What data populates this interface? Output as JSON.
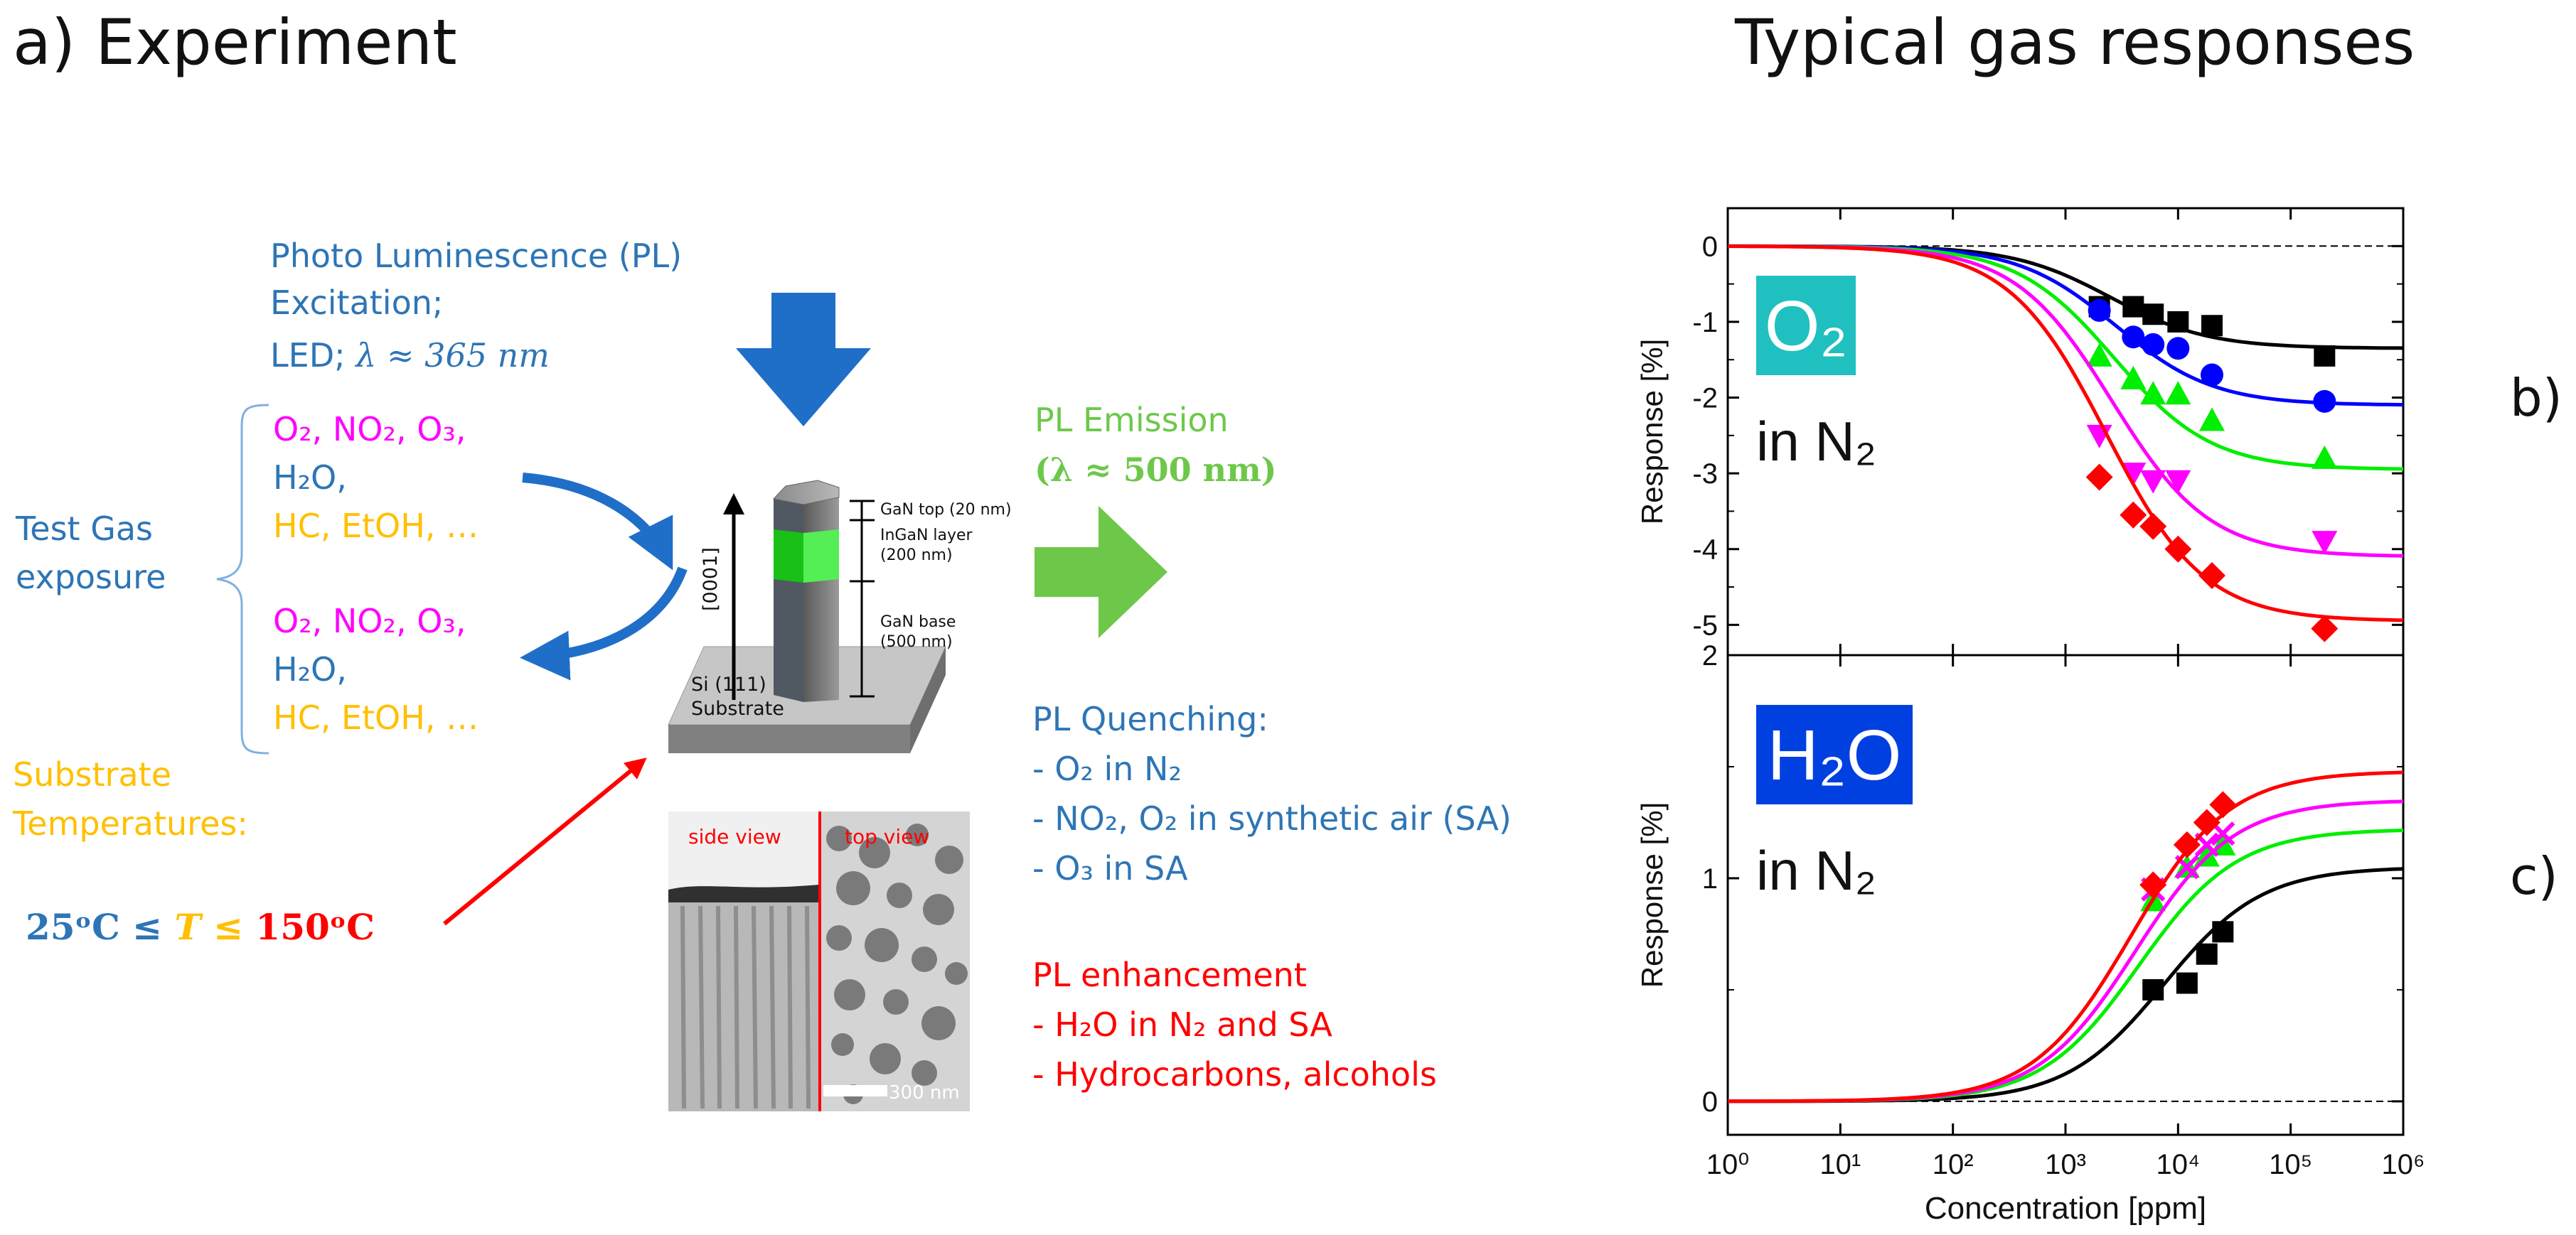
{
  "titles": {
    "left": "a) Experiment",
    "right": "Typical gas responses"
  },
  "excitation": {
    "line1": "Photo Luminescence (PL)",
    "line2": "Excitation;",
    "line3_prefix": "LED; ",
    "line3_math": "λ ≈ 365 nm"
  },
  "gases": {
    "row1": "O₂, NO₂, O₃,",
    "row2": "H₂O,",
    "row3": "HC, EtOH, …"
  },
  "test_gas": {
    "line1": "Test Gas",
    "line2": "exposure"
  },
  "substrate_temp": {
    "line1": "Substrate",
    "line2": "Temperatures:",
    "t_low": "25ᵒC",
    "le1": " ≤ ",
    "t_var": "T",
    "le2": " ≤ ",
    "t_high": "150ᵒC"
  },
  "emission": {
    "line1": "PL Emission",
    "line2": "(λ  ≈ 500 nm)"
  },
  "nanowire": {
    "gan_top": "GaN top (20 nm)",
    "ingan": "InGaN layer",
    "ingan_thick": "(200 nm)",
    "gan_base": "GaN base",
    "gan_base_thick": "(500 nm)",
    "direction": "[0001]",
    "substrate1": "Si (111)",
    "substrate2": "Substrate"
  },
  "sem": {
    "side_view": "side view",
    "top_view": "top view",
    "scale": "300 nm"
  },
  "quenching": {
    "title": "PL Quenching:",
    "items": [
      "- O₂ in N₂",
      "- NO₂, O₂ in synthetic air (SA)",
      "- O₃ in SA"
    ]
  },
  "enhancement": {
    "title": "PL enhancement",
    "items": [
      "- H₂O in N₂ and SA",
      "- Hydrocarbons, alcohols"
    ]
  },
  "panel_labels": {
    "b": "b)",
    "c": "c)"
  },
  "colors": {
    "blue": "#2E75B6",
    "magenta": "#FF00FF",
    "orange": "#FFC000",
    "green": "#6DC84A",
    "red": "#FF0000",
    "arrow_blue": "#1F6FC9"
  },
  "chart_data": [
    {
      "type": "scatter",
      "gas_label": "O₂",
      "gas_badge_color": "#20C0C0",
      "medium": "in N₂",
      "ylabel": "Response [%]",
      "xlabel": "",
      "xscale": "log",
      "xlim": [
        1,
        1000000
      ],
      "ylim": [
        -5.4,
        0.5
      ],
      "yticks": [
        0,
        -1,
        -2,
        -3,
        -4,
        -5
      ],
      "xticks": [
        1,
        10,
        100,
        1000,
        10000,
        100000,
        1000000
      ],
      "series": [
        {
          "color": "#000000",
          "marker": "square",
          "x": [
            2000,
            4000,
            6000,
            10000,
            20000,
            200000
          ],
          "y": [
            -0.8,
            -0.8,
            -0.9,
            -1.0,
            -1.05,
            -1.45
          ],
          "fit_max": -1.35,
          "fit_x0": 2500
        },
        {
          "color": "#0000FF",
          "marker": "circle",
          "x": [
            2000,
            4000,
            6000,
            10000,
            20000,
            200000
          ],
          "y": [
            -0.85,
            -1.2,
            -1.3,
            -1.35,
            -1.7,
            -2.05
          ],
          "fit_max": -2.1,
          "fit_x0": 2800
        },
        {
          "color": "#00EE00",
          "marker": "triangle-up",
          "x": [
            2000,
            4000,
            6000,
            10000,
            20000,
            200000
          ],
          "y": [
            -1.45,
            -1.75,
            -1.95,
            -1.95,
            -2.3,
            -2.8
          ],
          "fit_max": -2.95,
          "fit_x0": 2700
        },
        {
          "color": "#FF00FF",
          "marker": "triangle-down",
          "x": [
            2000,
            4000,
            6000,
            10000,
            200000
          ],
          "y": [
            -2.5,
            -3.0,
            -3.1,
            -3.1,
            -3.9
          ],
          "fit_max": -4.1,
          "fit_x0": 2600
        },
        {
          "color": "#FF0000",
          "marker": "diamond",
          "x": [
            2000,
            4000,
            6000,
            10000,
            20000,
            200000
          ],
          "y": [
            -3.05,
            -3.55,
            -3.7,
            -4.0,
            -4.35,
            -5.05
          ],
          "fit_max": -4.95,
          "fit_x0": 2300
        }
      ]
    },
    {
      "type": "scatter",
      "gas_label": "H₂O",
      "gas_badge_color": "#0040E0",
      "medium": "in N₂",
      "ylabel": "Response [%]",
      "xlabel": "Concentration [ppm]",
      "xscale": "log",
      "xlim": [
        1,
        1000000
      ],
      "ylim": [
        -0.15,
        2
      ],
      "yticks": [
        0,
        1,
        2
      ],
      "xticks": [
        1,
        10,
        100,
        1000,
        10000,
        100000,
        1000000
      ],
      "xtick_labels": [
        "10⁰",
        "10¹",
        "10²",
        "10³",
        "10⁴",
        "10⁵",
        "10⁶"
      ],
      "series": [
        {
          "color": "#000000",
          "marker": "square",
          "x": [
            6000,
            12000,
            18000,
            25000
          ],
          "y": [
            0.5,
            0.53,
            0.66,
            0.76
          ],
          "fit_max": 1.05,
          "fit_x0": 7500
        },
        {
          "color": "#00EE00",
          "marker": "triangle-up",
          "x": [
            6000,
            12000,
            18000,
            25000
          ],
          "y": [
            0.9,
            1.05,
            1.1,
            1.15
          ],
          "fit_max": 1.22,
          "fit_x0": 4500
        },
        {
          "color": "#FF00FF",
          "marker": "cross",
          "x": [
            6000,
            12000,
            18000,
            25000
          ],
          "y": [
            0.95,
            1.05,
            1.15,
            1.2
          ],
          "fit_max": 1.35,
          "fit_x0": 4200
        },
        {
          "color": "#FF0000",
          "marker": "diamond",
          "x": [
            6000,
            12000,
            18000,
            25000
          ],
          "y": [
            0.97,
            1.15,
            1.25,
            1.33
          ],
          "fit_max": 1.48,
          "fit_x0": 3800
        }
      ]
    }
  ]
}
